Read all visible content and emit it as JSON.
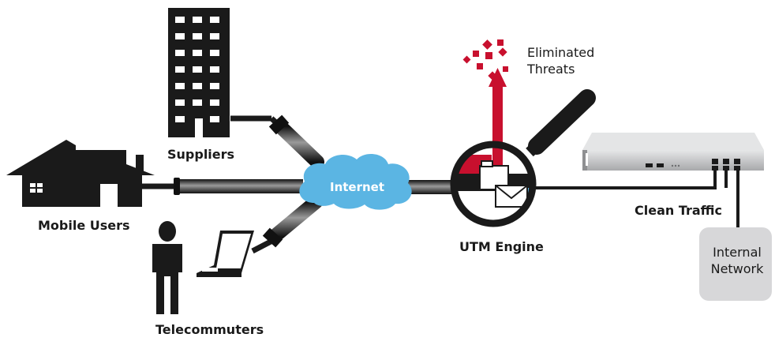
{
  "labels": {
    "suppliers": "Suppliers",
    "mobile_users": "Mobile Users",
    "telecommuters": "Telecommuters",
    "internet": "Internet",
    "utm_engine": "UTM Engine",
    "clean_traffic": "Clean Traffic",
    "eliminated_threats": [
      "Eliminated",
      "Threats"
    ],
    "internal_network": [
      "Internal",
      "Network"
    ]
  },
  "colors": {
    "icon_dark": "#1a1a1a",
    "cloud": "#5bb5e3",
    "threat": "#c8102e",
    "appliance": "#c8c9cb",
    "network_box": "#d7d7d9"
  },
  "icons": [
    "office-building-icon",
    "house-icon",
    "person-icon",
    "laptop-icon",
    "cloud-icon",
    "magnifier-icon",
    "folder-icon",
    "envelope-icon",
    "server-appliance-icon"
  ]
}
